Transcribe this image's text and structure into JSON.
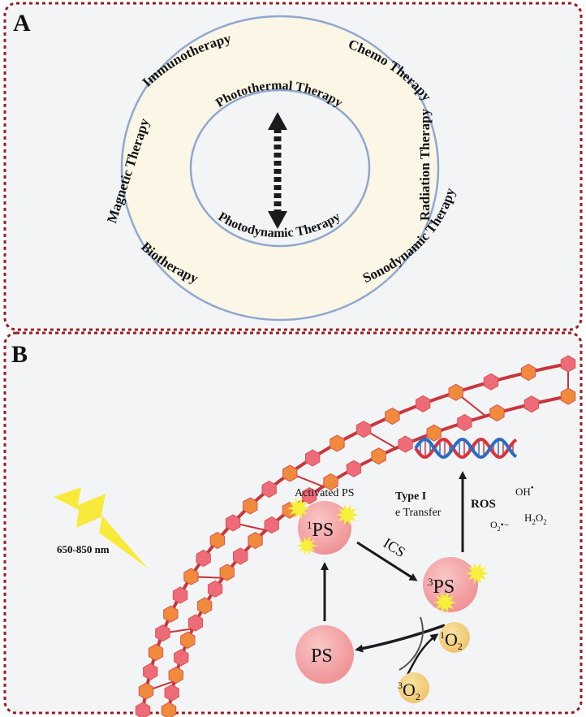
{
  "panel_a": {
    "label": "A",
    "outer_ring_labels": {
      "immunotherapy": "Immunotherapy",
      "chemo": "Chemo Therapy",
      "radiation": "Radiation Therapy",
      "sonodynamic": "Sonodynamic Therapy",
      "biotherapy": "Biotherapy",
      "magnetic": "Magnetic Therapy"
    },
    "inner_labels": {
      "photothermal": "Photothermal Therapy",
      "photodynamic": "Photodynamic Therapy"
    }
  },
  "panel_b": {
    "label": "B",
    "wavelength": "650-850 nm",
    "activated_ps": "Activated PS",
    "singlet_ps_sup": "1",
    "singlet_ps": "PS",
    "ics": "ICS",
    "triplet_ps_sup": "3",
    "triplet_ps": "PS",
    "ground_ps": "PS",
    "type1_title": "Type I",
    "type1_sub": "e Transfer",
    "ros": "ROS",
    "oh": "OH",
    "superoxide_o": "O",
    "superoxide_sub": "2",
    "superoxide_charge": "•−",
    "h2o2_a": "H",
    "h2o2_sub1": "2",
    "h2o2_b": "O",
    "h2o2_sub2": "2",
    "singlet_o2_sup": "1",
    "singlet_o2": "O",
    "singlet_o2_sub": "2",
    "triplet_o2_sup": "3",
    "triplet_o2": "O",
    "triplet_o2_sub": "2"
  },
  "colors": {
    "panel_border": "#9b1c1c",
    "ring_fill": "#fbf6e6",
    "ring_stroke": "#8fa8cf",
    "membrane": "#c7363a",
    "hex_pink": "#ee6b7a",
    "hex_orange": "#f08a3c",
    "ps_circle": "#f29a9c",
    "o2_circle": "#f2cf77",
    "lightning": "#f8ea3a",
    "star": "#f6f03c"
  }
}
